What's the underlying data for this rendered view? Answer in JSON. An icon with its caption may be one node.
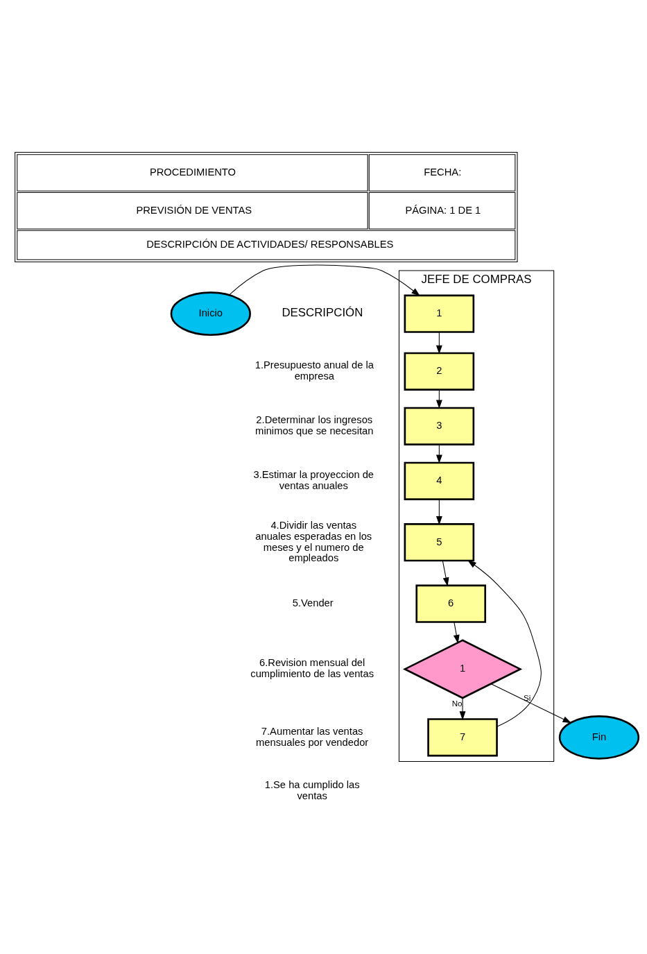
{
  "diagram": {
    "nodes": [
      {
        "text": [
          "Inicio"
        ]
      },
      {
        "text": [
          "JEFE DE COMPRAS"
        ]
      },
      {
        "text": [
          "1"
        ],
        "in": 1
      },
      {
        "text": [
          "2"
        ],
        "in": 1
      },
      {
        "text": [
          "3"
        ],
        "in": 1
      },
      {
        "text": [
          "4"
        ],
        "in": 1
      },
      {
        "text": [
          "5"
        ],
        "in": 1
      },
      {
        "text": [
          "6"
        ],
        "in": 1
      },
      {
        "text": [
          "1"
        ],
        "in": 1
      },
      {
        "text": [
          "7"
        ],
        "in": 1
      },
      {
        "text": [
          "Fin"
        ]
      }
    ],
    "edges": [
      {
        "from": 0,
        "to": 2,
        "arrow": "to"
      },
      {
        "from": 2,
        "to": 3,
        "arrow": "to"
      },
      {
        "from": 3,
        "to": 4,
        "arrow": "to"
      },
      {
        "from": 4,
        "to": 5,
        "arrow": "to"
      },
      {
        "from": 5,
        "to": 6,
        "arrow": "to"
      },
      {
        "from": 6,
        "to": 7,
        "arrow": "to"
      },
      {
        "from": 7,
        "to": 8,
        "arrow": "to"
      },
      {
        "from": 8,
        "to": 9,
        "arrow": "to",
        "label": "No"
      },
      {
        "from": 9,
        "to": 6,
        "arrow": "to"
      },
      {
        "from": 8,
        "to": 10,
        "arrow": "to",
        "label": "Si"
      }
    ],
    "labels": [
      "PROCEDIMIENTO",
      "FECHA:",
      "PREVISIÓN DE VENTAS",
      "PÁGINA: 1 DE 1",
      "DESCRIPCIÓN DE ACTIVIDADES/ RESPONSABLES",
      "DESCRIPCIÓN",
      "1.Presupuesto anual de la empresa",
      "2.Determinar los ingresos minimos que se necesitan",
      "3.Estimar la proyeccion de ventas anuales",
      "4.Dividir las ventas anuales esperadas en los meses y el numero de empleados",
      "5.Vender",
      "6.Revision mensual del cumplimiento de las ventas",
      "7.Aumentar las ventas mensuales por vendedor",
      "1.Se ha cumplido las ventas"
    ]
  }
}
